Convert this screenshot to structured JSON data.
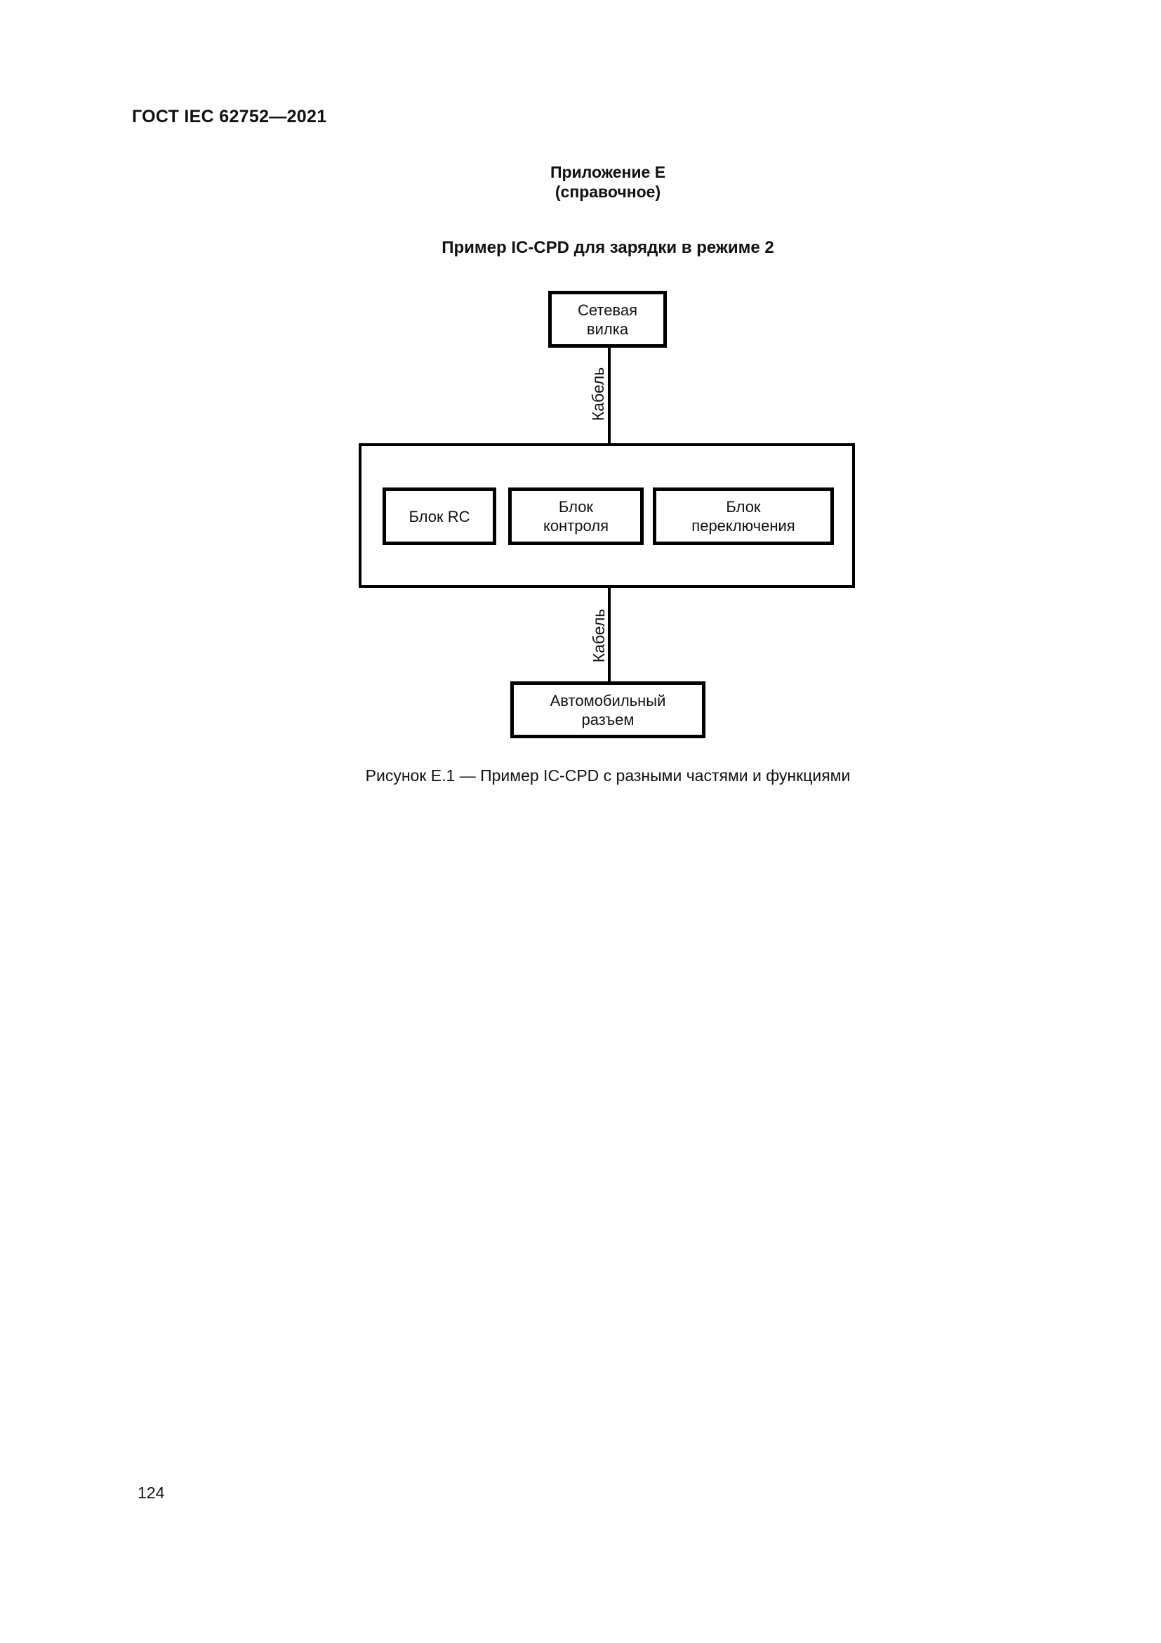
{
  "colors": {
    "background": "#ffffff",
    "text": "#111111",
    "line": "#000000"
  },
  "header": {
    "document_id": "ГОСТ IEC 62752—2021"
  },
  "annex": {
    "name": "Приложение Е",
    "type": "(справочное)",
    "title": "Пример IC-CPD для зарядки в режиме 2"
  },
  "diagram": {
    "top_box": "Сетевая\nвилка",
    "cable_label": "Кабель",
    "main_unit_boxes": [
      "Блок RC",
      "Блок\nконтроля",
      "Блок\nпереключения"
    ],
    "bottom_box": "Автомобильный\nразъем"
  },
  "caption": "Рисунок Е.1 — Пример IC-CPD с разными частями и функциями",
  "footer": {
    "page_number": "124"
  }
}
